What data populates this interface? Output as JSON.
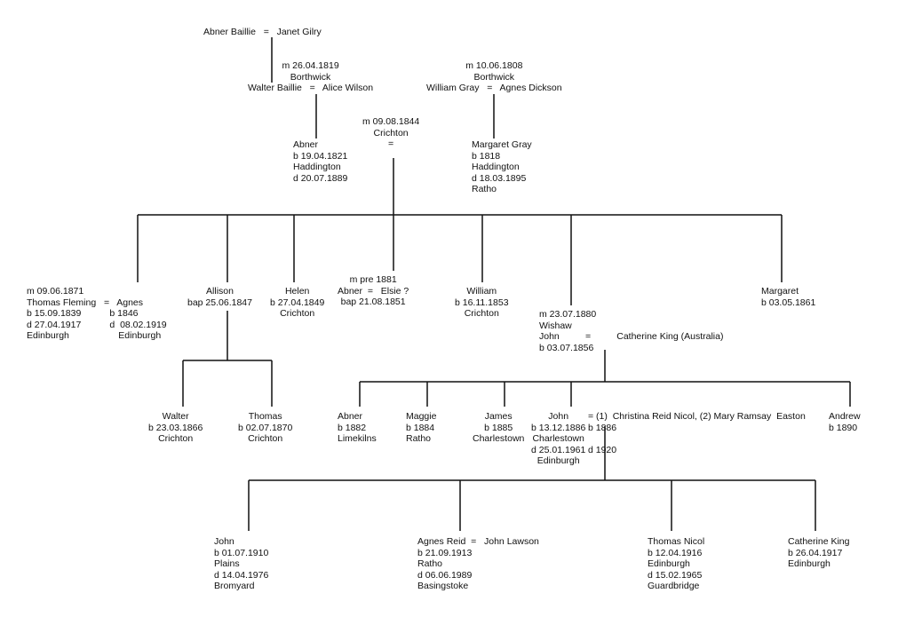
{
  "generations": {
    "gen1": {
      "abner_janet": [
        "Abner Baillie   =   Janet Gilry"
      ],
      "walter_alice": [
        "m 26.04.1819",
        "Borthwick",
        "Walter Baillie   =   Alice Wilson"
      ],
      "william_agnes": [
        "m 10.06.1808",
        "Borthwick",
        "William Gray   =   Agnes Dickson"
      ]
    },
    "gen2": {
      "marriage": [
        "m 09.08.1844",
        "Crichton",
        "="
      ],
      "abner": [
        "Abner",
        "b 19.04.1821",
        "Haddington",
        "d 20.07.1889"
      ],
      "margaret_gray": [
        "Margaret Gray",
        "b 1818",
        "Haddington",
        "d 18.03.1895",
        "Ratho"
      ]
    },
    "gen3": {
      "agnes_fleming": [
        "m 09.06.1871",
        "Thomas Fleming   =   Agnes",
        "b 15.09.1839           b 1846",
        "d 27.04.1917           d  08.02.1919",
        "Edinburgh                   Edinburgh"
      ],
      "allison": [
        "Allison",
        "bap 25.06.1847"
      ],
      "helen": [
        "Helen",
        "b 27.04.1849",
        "Crichton"
      ],
      "abner_elsie": [
        "m pre 1881",
        "Abner  =   Elsie ?",
        "bap 21.08.1851"
      ],
      "william": [
        "William",
        "b 16.11.1853",
        "Crichton"
      ],
      "john_catherine": [
        "m 23.07.1880",
        "Wishaw",
        "John          =          Catherine King (Australia)",
        "b 03.07.1856"
      ],
      "margaret": [
        "Margaret",
        "b 03.05.1861"
      ]
    },
    "gen4": {
      "walter": [
        "Walter",
        "b 23.03.1866",
        "Crichton"
      ],
      "thomas": [
        "Thomas",
        "b 02.07.1870",
        "Crichton"
      ],
      "abner": [
        "Abner",
        "b 1882",
        "Limekilns"
      ],
      "maggie": [
        "Maggie",
        "b 1884",
        "Ratho"
      ],
      "james": [
        "James",
        "b 1885",
        "Charlestown"
      ],
      "john": [
        "John",
        "b 13.12.1886",
        "Charlestown",
        "d 25.01.1961",
        "Edinburgh"
      ],
      "christina_mary": [
        "= (1)  Christina Reid Nicol, (2) Mary Ramsay  Easton",
        "b 1886",
        "",
        "d 1920"
      ],
      "andrew": [
        "Andrew",
        "b 1890"
      ]
    },
    "gen5": {
      "john": [
        "John",
        "b 01.07.1910",
        "Plains",
        "d 14.04.1976",
        "Bromyard"
      ],
      "agnes_reid": [
        "Agnes Reid  =   John Lawson",
        "b 21.09.1913",
        "Ratho",
        "d 06.06.1989",
        "Basingstoke"
      ],
      "thomas_nicol": [
        "Thomas Nicol",
        "b 12.04.1916",
        "Edinburgh",
        "d 15.02.1965",
        "Guardbridge"
      ],
      "catherine_king": [
        "Catherine King",
        "b 26.04.1917",
        "Edinburgh"
      ]
    }
  }
}
